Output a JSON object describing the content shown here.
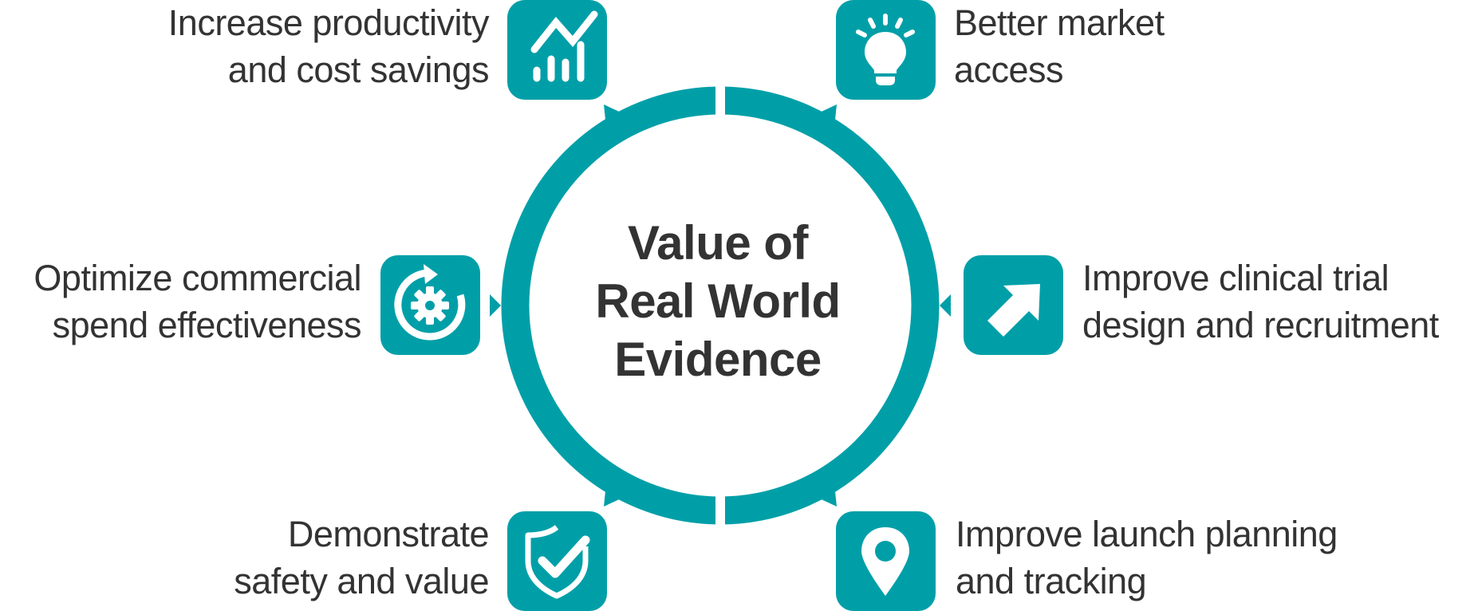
{
  "diagram": {
    "title_lines": [
      "Value of",
      "Real World",
      "Evidence"
    ],
    "accent_color": "#009fa8",
    "text_color": "#333333",
    "items": [
      {
        "position": "top-left",
        "icon": "chart-growth-icon",
        "lines": [
          "Increase productivity",
          "and cost savings"
        ]
      },
      {
        "position": "top-right",
        "icon": "lightbulb-icon",
        "lines": [
          "Better market",
          "access"
        ]
      },
      {
        "position": "middle-left",
        "icon": "gear-cycle-icon",
        "lines": [
          "Optimize commercial",
          "spend effectiveness"
        ]
      },
      {
        "position": "middle-right",
        "icon": "arrow-up-right-icon",
        "lines": [
          "Improve clinical trial",
          "design and recruitment"
        ]
      },
      {
        "position": "bottom-left",
        "icon": "shield-check-icon",
        "lines": [
          "Demonstrate",
          "safety and value"
        ]
      },
      {
        "position": "bottom-right",
        "icon": "map-pin-icon",
        "lines": [
          "Improve launch planning",
          "and tracking"
        ]
      }
    ]
  }
}
